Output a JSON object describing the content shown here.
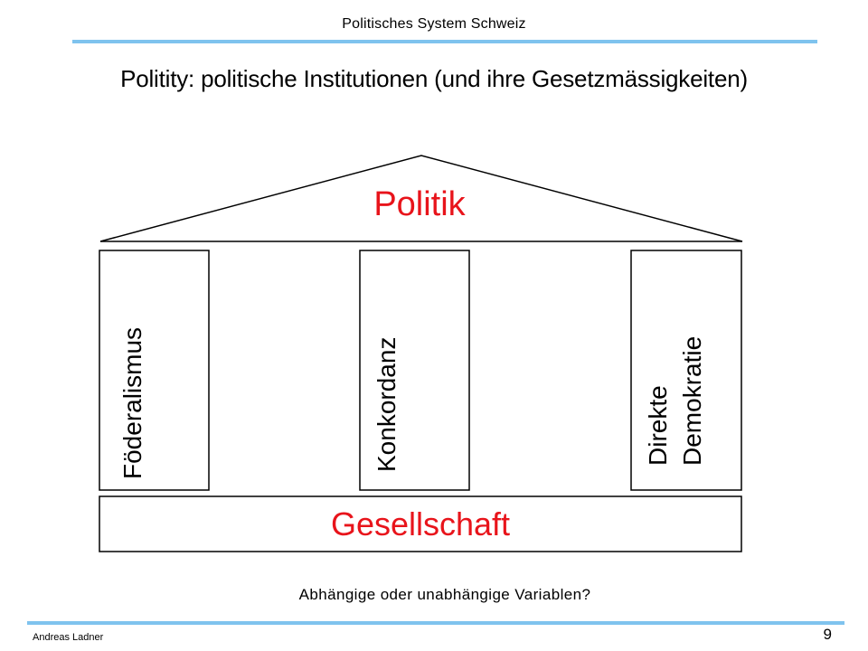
{
  "header": {
    "title": "Politisches System Schweiz"
  },
  "slide": {
    "heading": "Politity: politische Institutionen (und ihre Gesetzmässigkeiten)"
  },
  "diagram": {
    "roof_label": "Politik",
    "pillars": [
      {
        "lines": [
          "Föderalismus"
        ]
      },
      {
        "lines": [
          "Konkordanz"
        ]
      },
      {
        "lines": [
          "Direkte",
          "Demokratie"
        ]
      }
    ],
    "base_label": "Gesellschaft",
    "accent_color": "#e8141b",
    "line_color": "#000000"
  },
  "question": "Abhängige oder unabhängige Variablen?",
  "footer": {
    "author": "Andreas Ladner",
    "page_number": "9",
    "rule_color": "#7fc3ee"
  }
}
